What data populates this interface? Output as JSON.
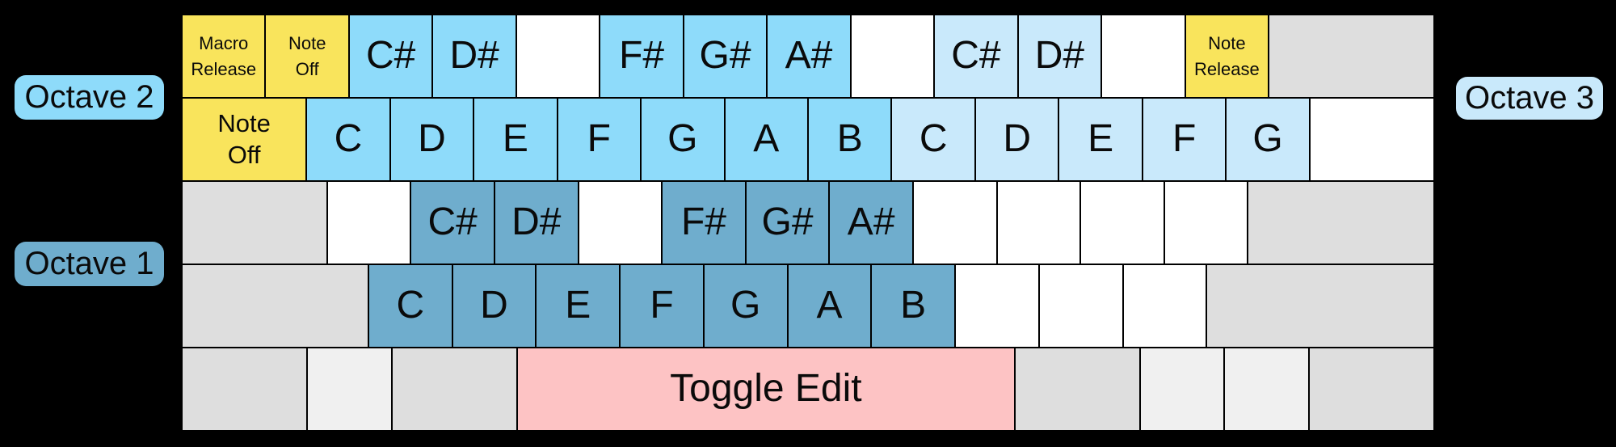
{
  "palette": {
    "background": "#000000",
    "text": "#0a0a0a",
    "yellow": "#F9E45C",
    "octave2": "#8EDBFA",
    "octave3": "#C9E9FB",
    "octave1": "#6FADCD",
    "pink": "#FDC3C4",
    "gray": "#DEDEDE",
    "graylight": "#F0F0F0",
    "white": "#FFFFFF"
  },
  "labels": {
    "octave1": "Octave 1",
    "octave2": "Octave 2",
    "octave3": "Octave 3"
  },
  "keyboard": {
    "rows": [
      {
        "keys": [
          {
            "name": "key-macro-release",
            "lines": [
              "Macro",
              "Release"
            ],
            "color": "yellow",
            "u": 1,
            "font": "sm"
          },
          {
            "name": "key-note-off-top",
            "lines": [
              "Note",
              "Off"
            ],
            "color": "yellow",
            "u": 1,
            "font": "sm"
          },
          {
            "name": "key-csharp-octave2",
            "lines": [
              "C#"
            ],
            "color": "blue2",
            "u": 1,
            "font": "lg"
          },
          {
            "name": "key-dsharp-octave2",
            "lines": [
              "D#"
            ],
            "color": "blue2",
            "u": 1,
            "font": "lg"
          },
          {
            "name": "key-unassigned",
            "lines": [],
            "color": "white",
            "u": 1
          },
          {
            "name": "key-fsharp-octave2",
            "lines": [
              "F#"
            ],
            "color": "blue2",
            "u": 1,
            "font": "lg"
          },
          {
            "name": "key-gsharp-octave2",
            "lines": [
              "G#"
            ],
            "color": "blue2",
            "u": 1,
            "font": "lg"
          },
          {
            "name": "key-asharp-octave2",
            "lines": [
              "A#"
            ],
            "color": "blue2",
            "u": 1,
            "font": "lg"
          },
          {
            "name": "key-unassigned",
            "lines": [],
            "color": "white",
            "u": 1
          },
          {
            "name": "key-csharp-octave3",
            "lines": [
              "C#"
            ],
            "color": "blue3",
            "u": 1,
            "font": "lg"
          },
          {
            "name": "key-dsharp-octave3",
            "lines": [
              "D#"
            ],
            "color": "blue3",
            "u": 1,
            "font": "lg"
          },
          {
            "name": "key-unassigned",
            "lines": [],
            "color": "white",
            "u": 1
          },
          {
            "name": "key-note-release",
            "lines": [
              "Note",
              "Release"
            ],
            "color": "yellow",
            "u": 1,
            "font": "sm"
          },
          {
            "name": "key-backspace-unused",
            "lines": [],
            "color": "gray",
            "u": 2
          }
        ]
      },
      {
        "keys": [
          {
            "name": "key-note-off-tab",
            "lines": [
              "Note",
              "Off"
            ],
            "color": "yellow",
            "u": 1.5,
            "font": "md"
          },
          {
            "name": "key-c-octave2",
            "lines": [
              "C"
            ],
            "color": "blue2",
            "u": 1,
            "font": "lg"
          },
          {
            "name": "key-d-octave2",
            "lines": [
              "D"
            ],
            "color": "blue2",
            "u": 1,
            "font": "lg"
          },
          {
            "name": "key-e-octave2",
            "lines": [
              "E"
            ],
            "color": "blue2",
            "u": 1,
            "font": "lg"
          },
          {
            "name": "key-f-octave2",
            "lines": [
              "F"
            ],
            "color": "blue2",
            "u": 1,
            "font": "lg"
          },
          {
            "name": "key-g-octave2",
            "lines": [
              "G"
            ],
            "color": "blue2",
            "u": 1,
            "font": "lg"
          },
          {
            "name": "key-a-octave2",
            "lines": [
              "A"
            ],
            "color": "blue2",
            "u": 1,
            "font": "lg"
          },
          {
            "name": "key-b-octave2",
            "lines": [
              "B"
            ],
            "color": "blue2",
            "u": 1,
            "font": "lg"
          },
          {
            "name": "key-c-octave3",
            "lines": [
              "C"
            ],
            "color": "blue3",
            "u": 1,
            "font": "lg"
          },
          {
            "name": "key-d-octave3",
            "lines": [
              "D"
            ],
            "color": "blue3",
            "u": 1,
            "font": "lg"
          },
          {
            "name": "key-e-octave3",
            "lines": [
              "E"
            ],
            "color": "blue3",
            "u": 1,
            "font": "lg"
          },
          {
            "name": "key-f-octave3",
            "lines": [
              "F"
            ],
            "color": "blue3",
            "u": 1,
            "font": "lg"
          },
          {
            "name": "key-g-octave3",
            "lines": [
              "G"
            ],
            "color": "blue3",
            "u": 1,
            "font": "lg"
          },
          {
            "name": "key-unassigned",
            "lines": [],
            "color": "white",
            "u": 1.5
          }
        ]
      },
      {
        "keys": [
          {
            "name": "key-capslock-unused",
            "lines": [],
            "color": "gray",
            "u": 1.75
          },
          {
            "name": "key-unassigned",
            "lines": [],
            "color": "white",
            "u": 1
          },
          {
            "name": "key-csharp-octave1",
            "lines": [
              "C#"
            ],
            "color": "blue1",
            "u": 1,
            "font": "lg"
          },
          {
            "name": "key-dsharp-octave1",
            "lines": [
              "D#"
            ],
            "color": "blue1",
            "u": 1,
            "font": "lg"
          },
          {
            "name": "key-unassigned",
            "lines": [],
            "color": "white",
            "u": 1
          },
          {
            "name": "key-fsharp-octave1",
            "lines": [
              "F#"
            ],
            "color": "blue1",
            "u": 1,
            "font": "lg"
          },
          {
            "name": "key-gsharp-octave1",
            "lines": [
              "G#"
            ],
            "color": "blue1",
            "u": 1,
            "font": "lg"
          },
          {
            "name": "key-asharp-octave1",
            "lines": [
              "A#"
            ],
            "color": "blue1",
            "u": 1,
            "font": "lg"
          },
          {
            "name": "key-unassigned",
            "lines": [],
            "color": "white",
            "u": 1
          },
          {
            "name": "key-unassigned",
            "lines": [],
            "color": "white",
            "u": 1
          },
          {
            "name": "key-unassigned",
            "lines": [],
            "color": "white",
            "u": 1
          },
          {
            "name": "key-unassigned",
            "lines": [],
            "color": "white",
            "u": 1
          },
          {
            "name": "key-enter-unused",
            "lines": [],
            "color": "gray",
            "u": 2.25
          }
        ]
      },
      {
        "keys": [
          {
            "name": "key-shift-left-unused",
            "lines": [],
            "color": "gray",
            "u": 2.25
          },
          {
            "name": "key-c-octave1",
            "lines": [
              "C"
            ],
            "color": "blue1",
            "u": 1,
            "font": "lg"
          },
          {
            "name": "key-d-octave1",
            "lines": [
              "D"
            ],
            "color": "blue1",
            "u": 1,
            "font": "lg"
          },
          {
            "name": "key-e-octave1",
            "lines": [
              "E"
            ],
            "color": "blue1",
            "u": 1,
            "font": "lg"
          },
          {
            "name": "key-f-octave1",
            "lines": [
              "F"
            ],
            "color": "blue1",
            "u": 1,
            "font": "lg"
          },
          {
            "name": "key-g-octave1",
            "lines": [
              "G"
            ],
            "color": "blue1",
            "u": 1,
            "font": "lg"
          },
          {
            "name": "key-a-octave1",
            "lines": [
              "A"
            ],
            "color": "blue1",
            "u": 1,
            "font": "lg"
          },
          {
            "name": "key-b-octave1",
            "lines": [
              "B"
            ],
            "color": "blue1",
            "u": 1,
            "font": "lg"
          },
          {
            "name": "key-unassigned",
            "lines": [],
            "color": "white",
            "u": 1
          },
          {
            "name": "key-unassigned",
            "lines": [],
            "color": "white",
            "u": 1
          },
          {
            "name": "key-unassigned",
            "lines": [],
            "color": "white",
            "u": 1
          },
          {
            "name": "key-shift-right-unused",
            "lines": [],
            "color": "gray",
            "u": 2.75
          }
        ]
      },
      {
        "keys": [
          {
            "name": "key-ctrl-left-unused",
            "lines": [],
            "color": "gray",
            "u": 1.5
          },
          {
            "name": "key-win-left-unused",
            "lines": [],
            "color": "graylight",
            "u": 1
          },
          {
            "name": "key-alt-left-unused",
            "lines": [],
            "color": "gray",
            "u": 1.5
          },
          {
            "name": "key-toggle-edit",
            "lines": [
              "Toggle Edit"
            ],
            "color": "pink",
            "u": 6,
            "font": "lg"
          },
          {
            "name": "key-alt-right-unused",
            "lines": [],
            "color": "gray",
            "u": 1.5
          },
          {
            "name": "key-win-right-unused",
            "lines": [],
            "color": "graylight",
            "u": 1
          },
          {
            "name": "key-menu-unused",
            "lines": [],
            "color": "graylight",
            "u": 1
          },
          {
            "name": "key-ctrl-right-unused",
            "lines": [],
            "color": "gray",
            "u": 1.5
          }
        ]
      }
    ]
  }
}
